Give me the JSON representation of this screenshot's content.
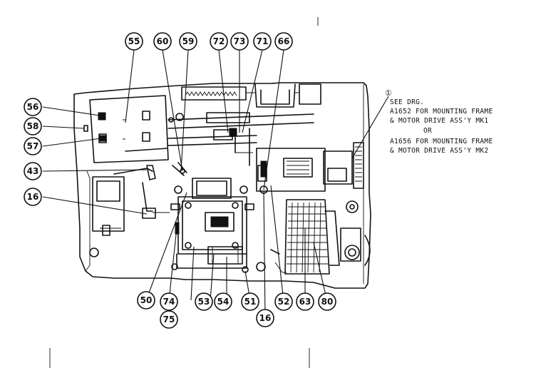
{
  "callouts": {
    "c55": "55",
    "c60": "60",
    "c59": "59",
    "c72": "72",
    "c73": "73",
    "c71": "71",
    "c66": "66",
    "c56": "56",
    "c58": "58",
    "c57": "57",
    "c43": "43",
    "c16a": "16",
    "c50": "50",
    "c74": "74",
    "c75": "75",
    "c53": "53",
    "c54": "54",
    "c51": "51",
    "c16b": "16",
    "c52": "52",
    "c63": "63",
    "c80": "80"
  },
  "notes": {
    "ref_mark": "①",
    "line1": "SEE DRG.",
    "line2": "A1652 FOR MOUNTING FRAME",
    "line3": "& MOTOR DRIVE ASS'Y MK1",
    "line4": "OR",
    "line5": "A1656 FOR MOUNTING FRAME",
    "line6": "& MOTOR DRIVE ASS'Y MK2"
  }
}
